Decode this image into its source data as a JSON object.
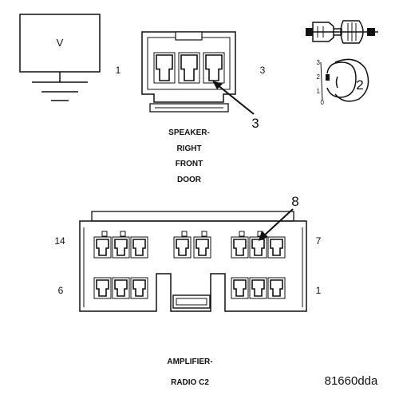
{
  "meter": {
    "symbol": "V"
  },
  "speaker_connector": {
    "pin_left": "1",
    "pin_right": "3",
    "callout": "3",
    "caption_lines": [
      "SPEAKER-",
      "RIGHT",
      "FRONT",
      "DOOR"
    ]
  },
  "probe_icon": {
    "position_labels": [
      "3",
      "2",
      "1",
      "0"
    ],
    "callout": "2"
  },
  "amplifier_connector": {
    "pin_top_left": "14",
    "pin_top_right": "7",
    "pin_bottom_left": "6",
    "pin_bottom_right": "1",
    "callout": "8",
    "caption_lines": [
      "AMPLIFIER-",
      "RADIO C2"
    ]
  },
  "figure_id": "81660dda"
}
